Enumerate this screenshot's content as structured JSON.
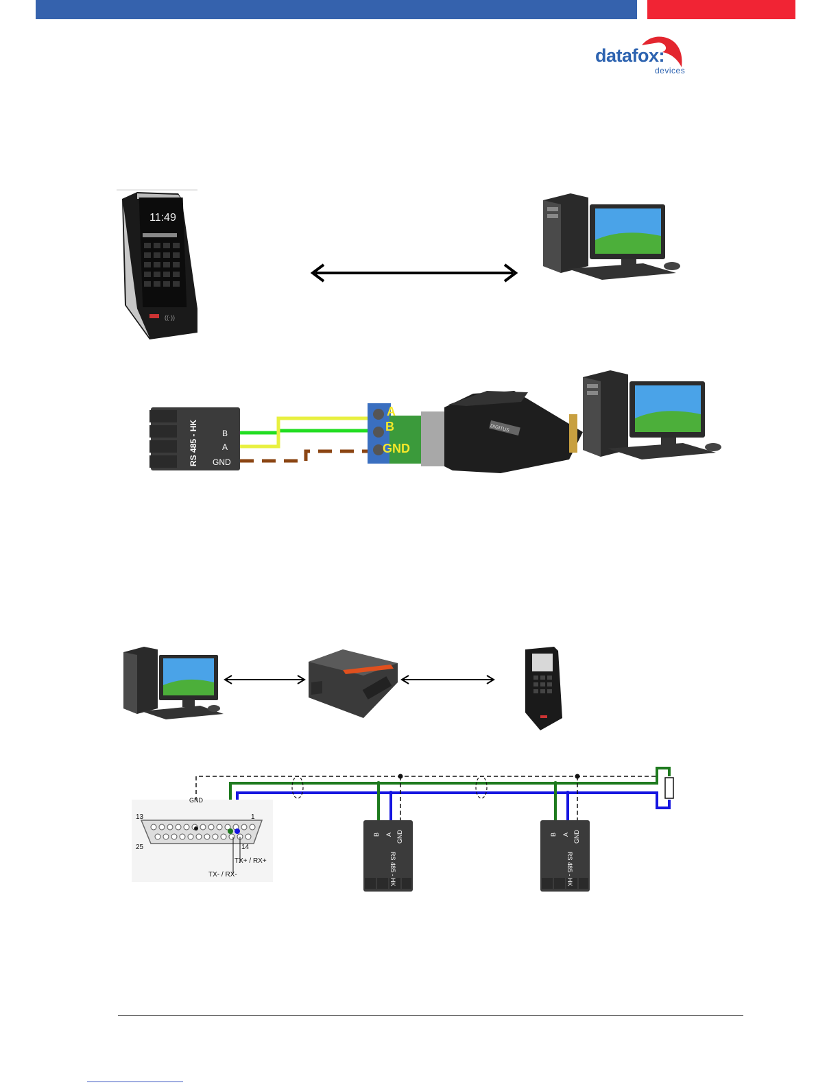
{
  "header": {
    "brand_colors": {
      "blue": "#3562ad",
      "red": "#f12434"
    },
    "logo": {
      "name": "datafox:",
      "sub": "devices"
    }
  },
  "figure1": {
    "terminal_screen_time": "11:49",
    "arrow": "double-arrow-icon"
  },
  "figure2": {
    "connector_label": "RS 485  -  HK",
    "pins": [
      "B",
      "A",
      "GND"
    ],
    "adapter_labels": [
      "A",
      "B",
      "GND"
    ],
    "adapter_brand": "DIGITUS",
    "wire_colors": {
      "B": "#22dd22",
      "A": "#e8f040",
      "GND": "#8b4513"
    }
  },
  "figure4": {
    "db25_pin_13": "13",
    "db25_pin_1": "1",
    "db25_pin_25": "25",
    "db25_pin_14": "14",
    "gnd_label": "GND",
    "tx_plus_label": "TX+ / RX+",
    "tx_minus_label": "TX- / RX-",
    "connector_label": "RS 485  -  HK",
    "pins": [
      "B",
      "A",
      "GND"
    ],
    "wire_colors": {
      "B": "#1e7a1e",
      "A": "#1515e0",
      "GND": "#111111"
    }
  }
}
